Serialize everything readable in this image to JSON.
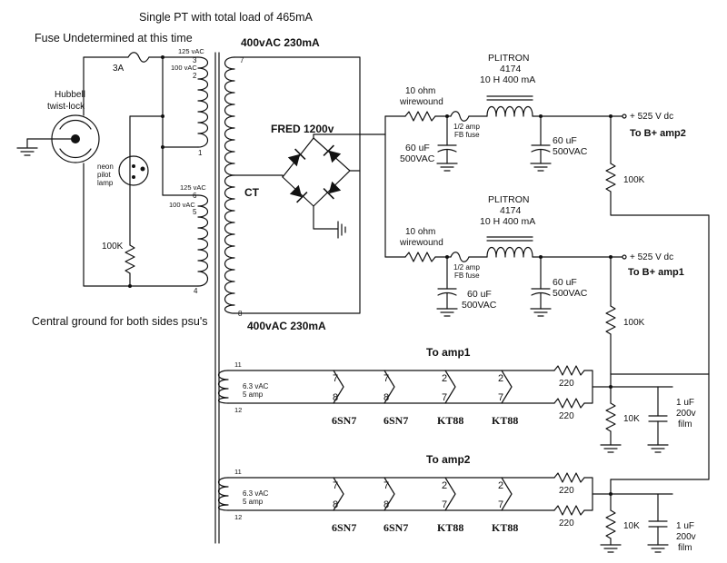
{
  "header": {
    "title": "Single PT with total load of 465mA",
    "fuse_note": "Fuse Undetermined at this time"
  },
  "mains": {
    "plug_label_1": "Hubbell",
    "plug_label_2": "twist-lock",
    "fuse_rating": "3A",
    "neon_label_1": "neon",
    "neon_label_2": "pilot",
    "neon_label_3": "lamp",
    "resistor": "100K",
    "ground_note": "Central ground for both sides psu's"
  },
  "transformer": {
    "primary_a_125": "125 vAC",
    "primary_a_100": "100 vAC",
    "primary_b_125": "125 vAC",
    "primary_b_100": "100 vAC",
    "pin_3": "3",
    "pin_2": "2",
    "pin_1": "1",
    "pin_6": "6",
    "pin_5": "5",
    "pin_4": "4",
    "pin_7": "7",
    "pin_8": "8",
    "hv_top": "400vAC 230mA",
    "hv_bottom": "400vAC 230mA",
    "center_tap": "CT"
  },
  "rectifier": {
    "label": "FRED 1200v"
  },
  "supply_amp2": {
    "resistor_1": "10 ohm",
    "resistor_2": "wirewound",
    "fuse_1": "1/2 amp",
    "fuse_2": "FB fuse",
    "choke_1": "PLITRON",
    "choke_2": "4174",
    "choke_3": "10 H 400 mA",
    "cap_in_1": "60 uF",
    "cap_in_2": "500VAC",
    "cap_out_1": "60 uF",
    "cap_out_2": "500VAC",
    "voltage": "+ 525 V dc",
    "dest": "To B+ amp2",
    "bleeder": "100K"
  },
  "supply_amp1": {
    "resistor_1": "10 ohm",
    "resistor_2": "wirewound",
    "fuse_1": "1/2 amp",
    "fuse_2": "FB fuse",
    "choke_1": "PLITRON",
    "choke_2": "4174",
    "choke_3": "10 H 400 mA",
    "cap_in_1": "60 uF",
    "cap_in_2": "500VAC",
    "cap_out_1": "60 uF",
    "cap_out_2": "500VAC",
    "voltage": "+ 525 V dc",
    "dest": "To B+ amp1",
    "bleeder": "100K"
  },
  "heater_amp1": {
    "title": "To amp1",
    "winding_1": "6.3 vAC",
    "winding_2": "5 amp",
    "pin_11": "11",
    "pin_12": "12",
    "tubes": [
      {
        "name": "6SN7",
        "pin_top": "7",
        "pin_bottom": "8"
      },
      {
        "name": "6SN7",
        "pin_top": "7",
        "pin_bottom": "8"
      },
      {
        "name": "KT88",
        "pin_top": "2",
        "pin_bottom": "7"
      },
      {
        "name": "KT88",
        "pin_top": "2",
        "pin_bottom": "7"
      }
    ],
    "r_top": "220",
    "r_bottom": "220",
    "r_ground": "10K",
    "cap_1": "1 uF",
    "cap_2": "200v",
    "cap_3": "film"
  },
  "heater_amp2": {
    "title": "To amp2",
    "winding_1": "6.3 vAC",
    "winding_2": "5 amp",
    "pin_11": "11",
    "pin_12": "12",
    "tubes": [
      {
        "name": "6SN7",
        "pin_top": "7",
        "pin_bottom": "8"
      },
      {
        "name": "6SN7",
        "pin_top": "7",
        "pin_bottom": "8"
      },
      {
        "name": "KT88",
        "pin_top": "2",
        "pin_bottom": "7"
      },
      {
        "name": "KT88",
        "pin_top": "2",
        "pin_bottom": "7"
      }
    ],
    "r_top": "220",
    "r_bottom": "220",
    "r_ground": "10K",
    "cap_1": "1 uF",
    "cap_2": "200v",
    "cap_3": "film"
  }
}
